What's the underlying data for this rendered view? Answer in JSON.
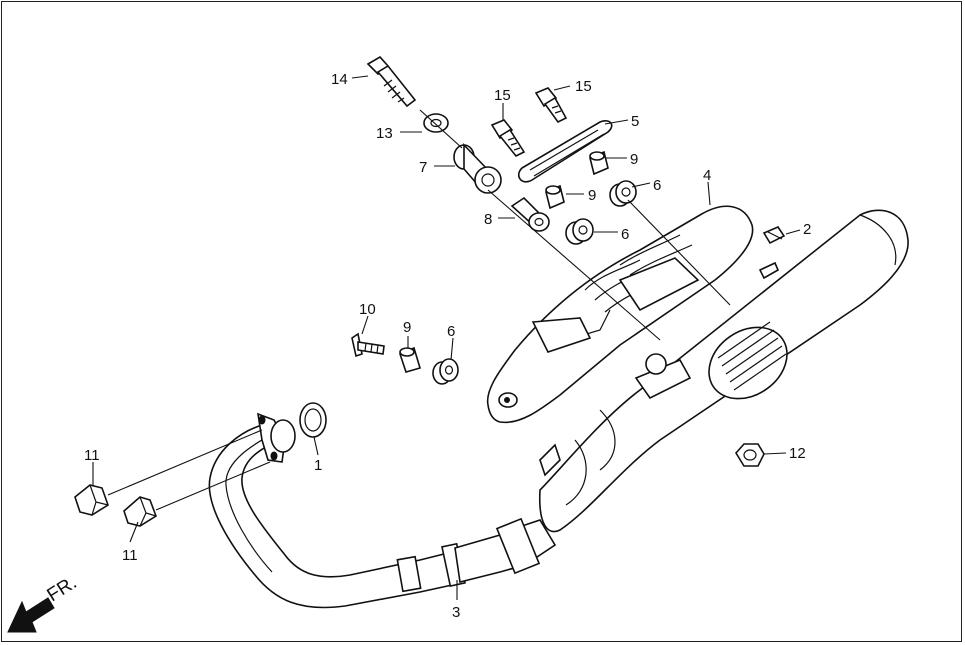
{
  "diagram": {
    "callouts": {
      "c1": "1",
      "c2": "2",
      "c3": "3",
      "c4": "4",
      "c5": "5",
      "c6a": "6",
      "c6b": "6",
      "c6c": "6",
      "c7": "7",
      "c8": "8",
      "c9a": "9",
      "c9b": "9",
      "c9c": "9",
      "c10": "10",
      "c11a": "11",
      "c11b": "11",
      "c12": "12",
      "c13": "13",
      "c14": "14",
      "c15a": "15",
      "c15b": "15"
    },
    "direction_label": "FR."
  }
}
